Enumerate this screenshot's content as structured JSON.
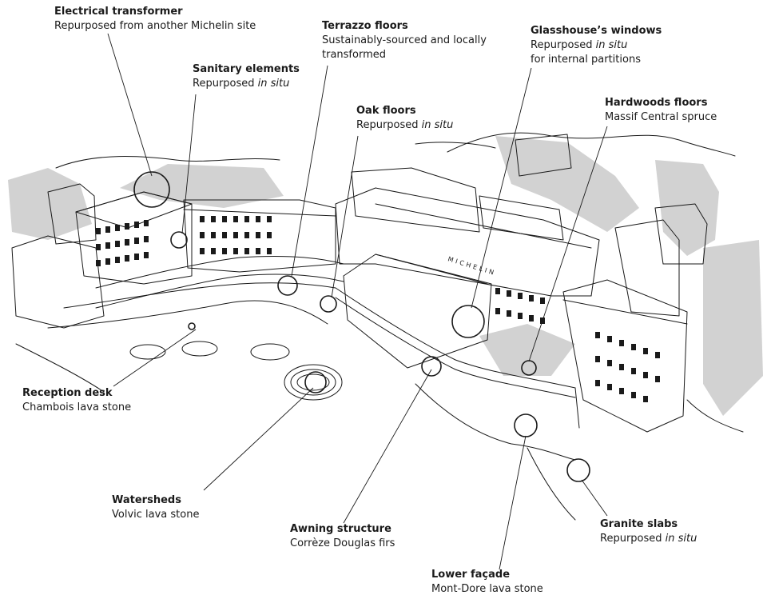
{
  "labels": [
    {
      "id": "electrical-transformer",
      "title": "Electrical transformer",
      "lines": [
        [
          "Repurposed from another Michelin site",
          ""
        ]
      ]
    },
    {
      "id": "terrazzo-floors",
      "title": "Terrazzo floors",
      "lines": [
        [
          "Sustainably-sourced and locally",
          ""
        ],
        [
          "transformed",
          ""
        ]
      ]
    },
    {
      "id": "glasshouse-windows",
      "title": "Glasshouse’s windows",
      "lines": [
        [
          "Repurposed ",
          "in situ"
        ],
        [
          "for internal partitions",
          ""
        ]
      ]
    },
    {
      "id": "sanitary-elements",
      "title": "Sanitary elements",
      "lines": [
        [
          "Repurposed ",
          "in situ"
        ]
      ]
    },
    {
      "id": "oak-floors",
      "title": "Oak floors",
      "lines": [
        [
          "Repurposed ",
          "in situ"
        ]
      ]
    },
    {
      "id": "hardwoods-floors",
      "title": "Hardwoods floors",
      "lines": [
        [
          "Massif Central spruce",
          ""
        ]
      ]
    },
    {
      "id": "reception-desk",
      "title": "Reception desk",
      "lines": [
        [
          "Chambois lava stone",
          ""
        ]
      ]
    },
    {
      "id": "watersheds",
      "title": "Watersheds",
      "lines": [
        [
          "Volvic lava stone",
          ""
        ]
      ]
    },
    {
      "id": "awning-structure",
      "title": "Awning structure",
      "lines": [
        [
          "Corrèze Douglas firs",
          ""
        ]
      ]
    },
    {
      "id": "lower-facade",
      "title": "Lower façade",
      "lines": [
        [
          "Mont-Dore lava stone",
          ""
        ]
      ]
    },
    {
      "id": "granite-slabs",
      "title": "Granite slabs",
      "lines": [
        [
          "Repurposed ",
          "in situ"
        ]
      ]
    }
  ],
  "signage": {
    "building_name": "MICHELIN"
  },
  "colors": {
    "ink": "#1a1a1a",
    "shade": "#d2d2d2",
    "paper": "#ffffff"
  }
}
